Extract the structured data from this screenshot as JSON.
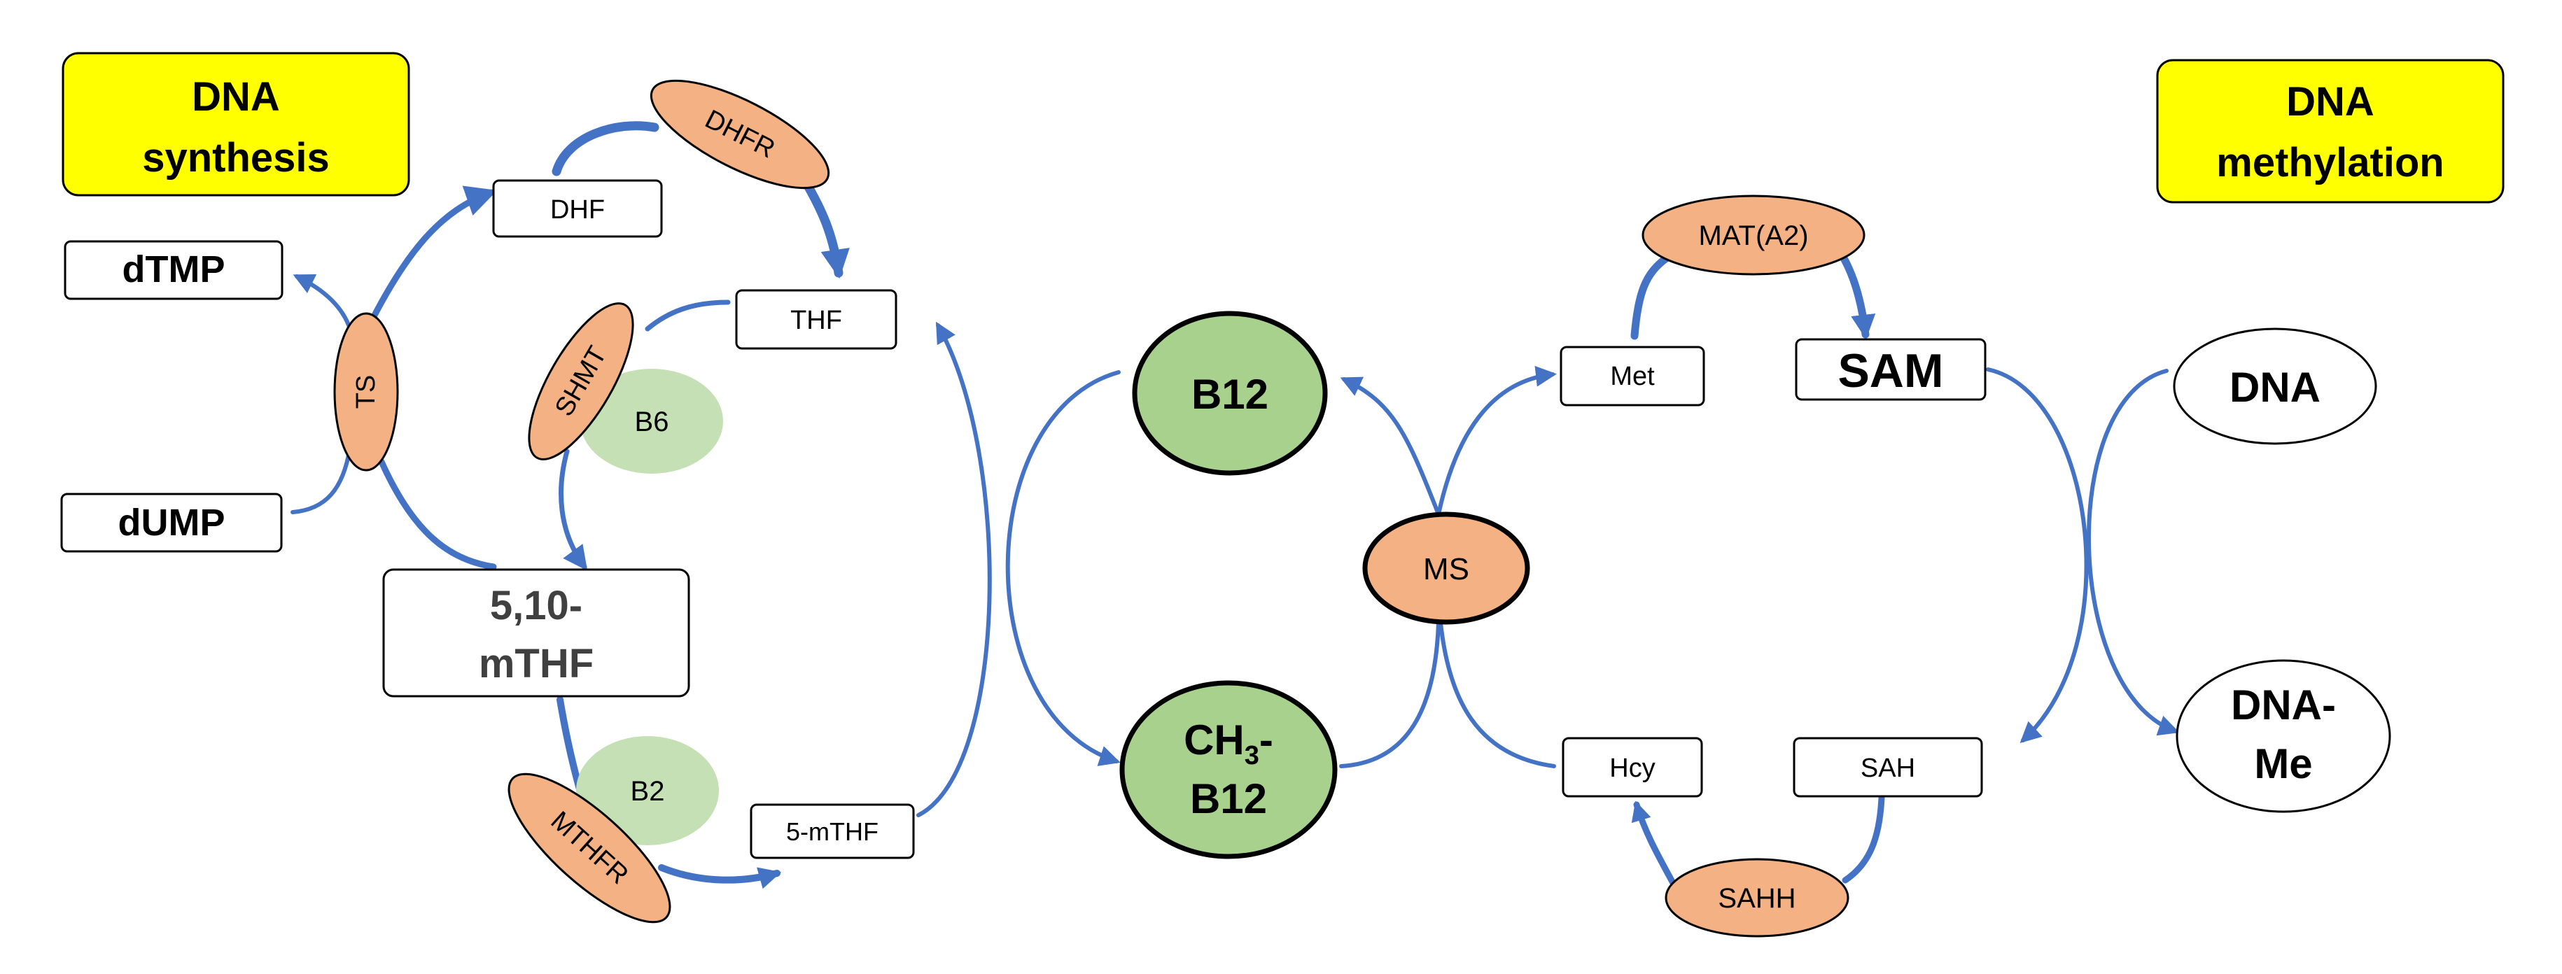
{
  "colors": {
    "arrow": "#4472C4",
    "enzyme_fill": "#F4B183",
    "cofactor_fill": "#C5E0B4",
    "b12_fill": "#A9D18E",
    "label_fill": "#FFFF00",
    "node_fill": "#FFFFFF",
    "stroke": "#000000"
  },
  "labels": {
    "dna_synthesis": [
      "DNA",
      "synthesis"
    ],
    "dna_methylation": [
      "DNA",
      "methylation"
    ]
  },
  "metabolites": {
    "dtmp": "dTMP",
    "dump": "dUMP",
    "dhf": "DHF",
    "thf": "THF",
    "mthf_510": [
      "5,10-",
      "mTHF"
    ],
    "mthf_5": "5-mTHF",
    "met": "Met",
    "sam": "SAM",
    "hcy": "Hcy",
    "sah": "SAH",
    "dna": "DNA",
    "dna_me": [
      "DNA-",
      "Me"
    ]
  },
  "b12": {
    "b12": "B12",
    "ch3_b12": {
      "ch": "CH",
      "sub": "3",
      "dash": "-",
      "b12": "B12"
    }
  },
  "enzymes": {
    "ts": "TS",
    "dhfr": "DHFR",
    "shmt": "SHMT",
    "mthfr": "MTHFR",
    "mat": "MAT(A2)",
    "ms": "MS",
    "sahh": "SAHH"
  },
  "cofactors": {
    "b6": "B6",
    "b2": "B2"
  }
}
